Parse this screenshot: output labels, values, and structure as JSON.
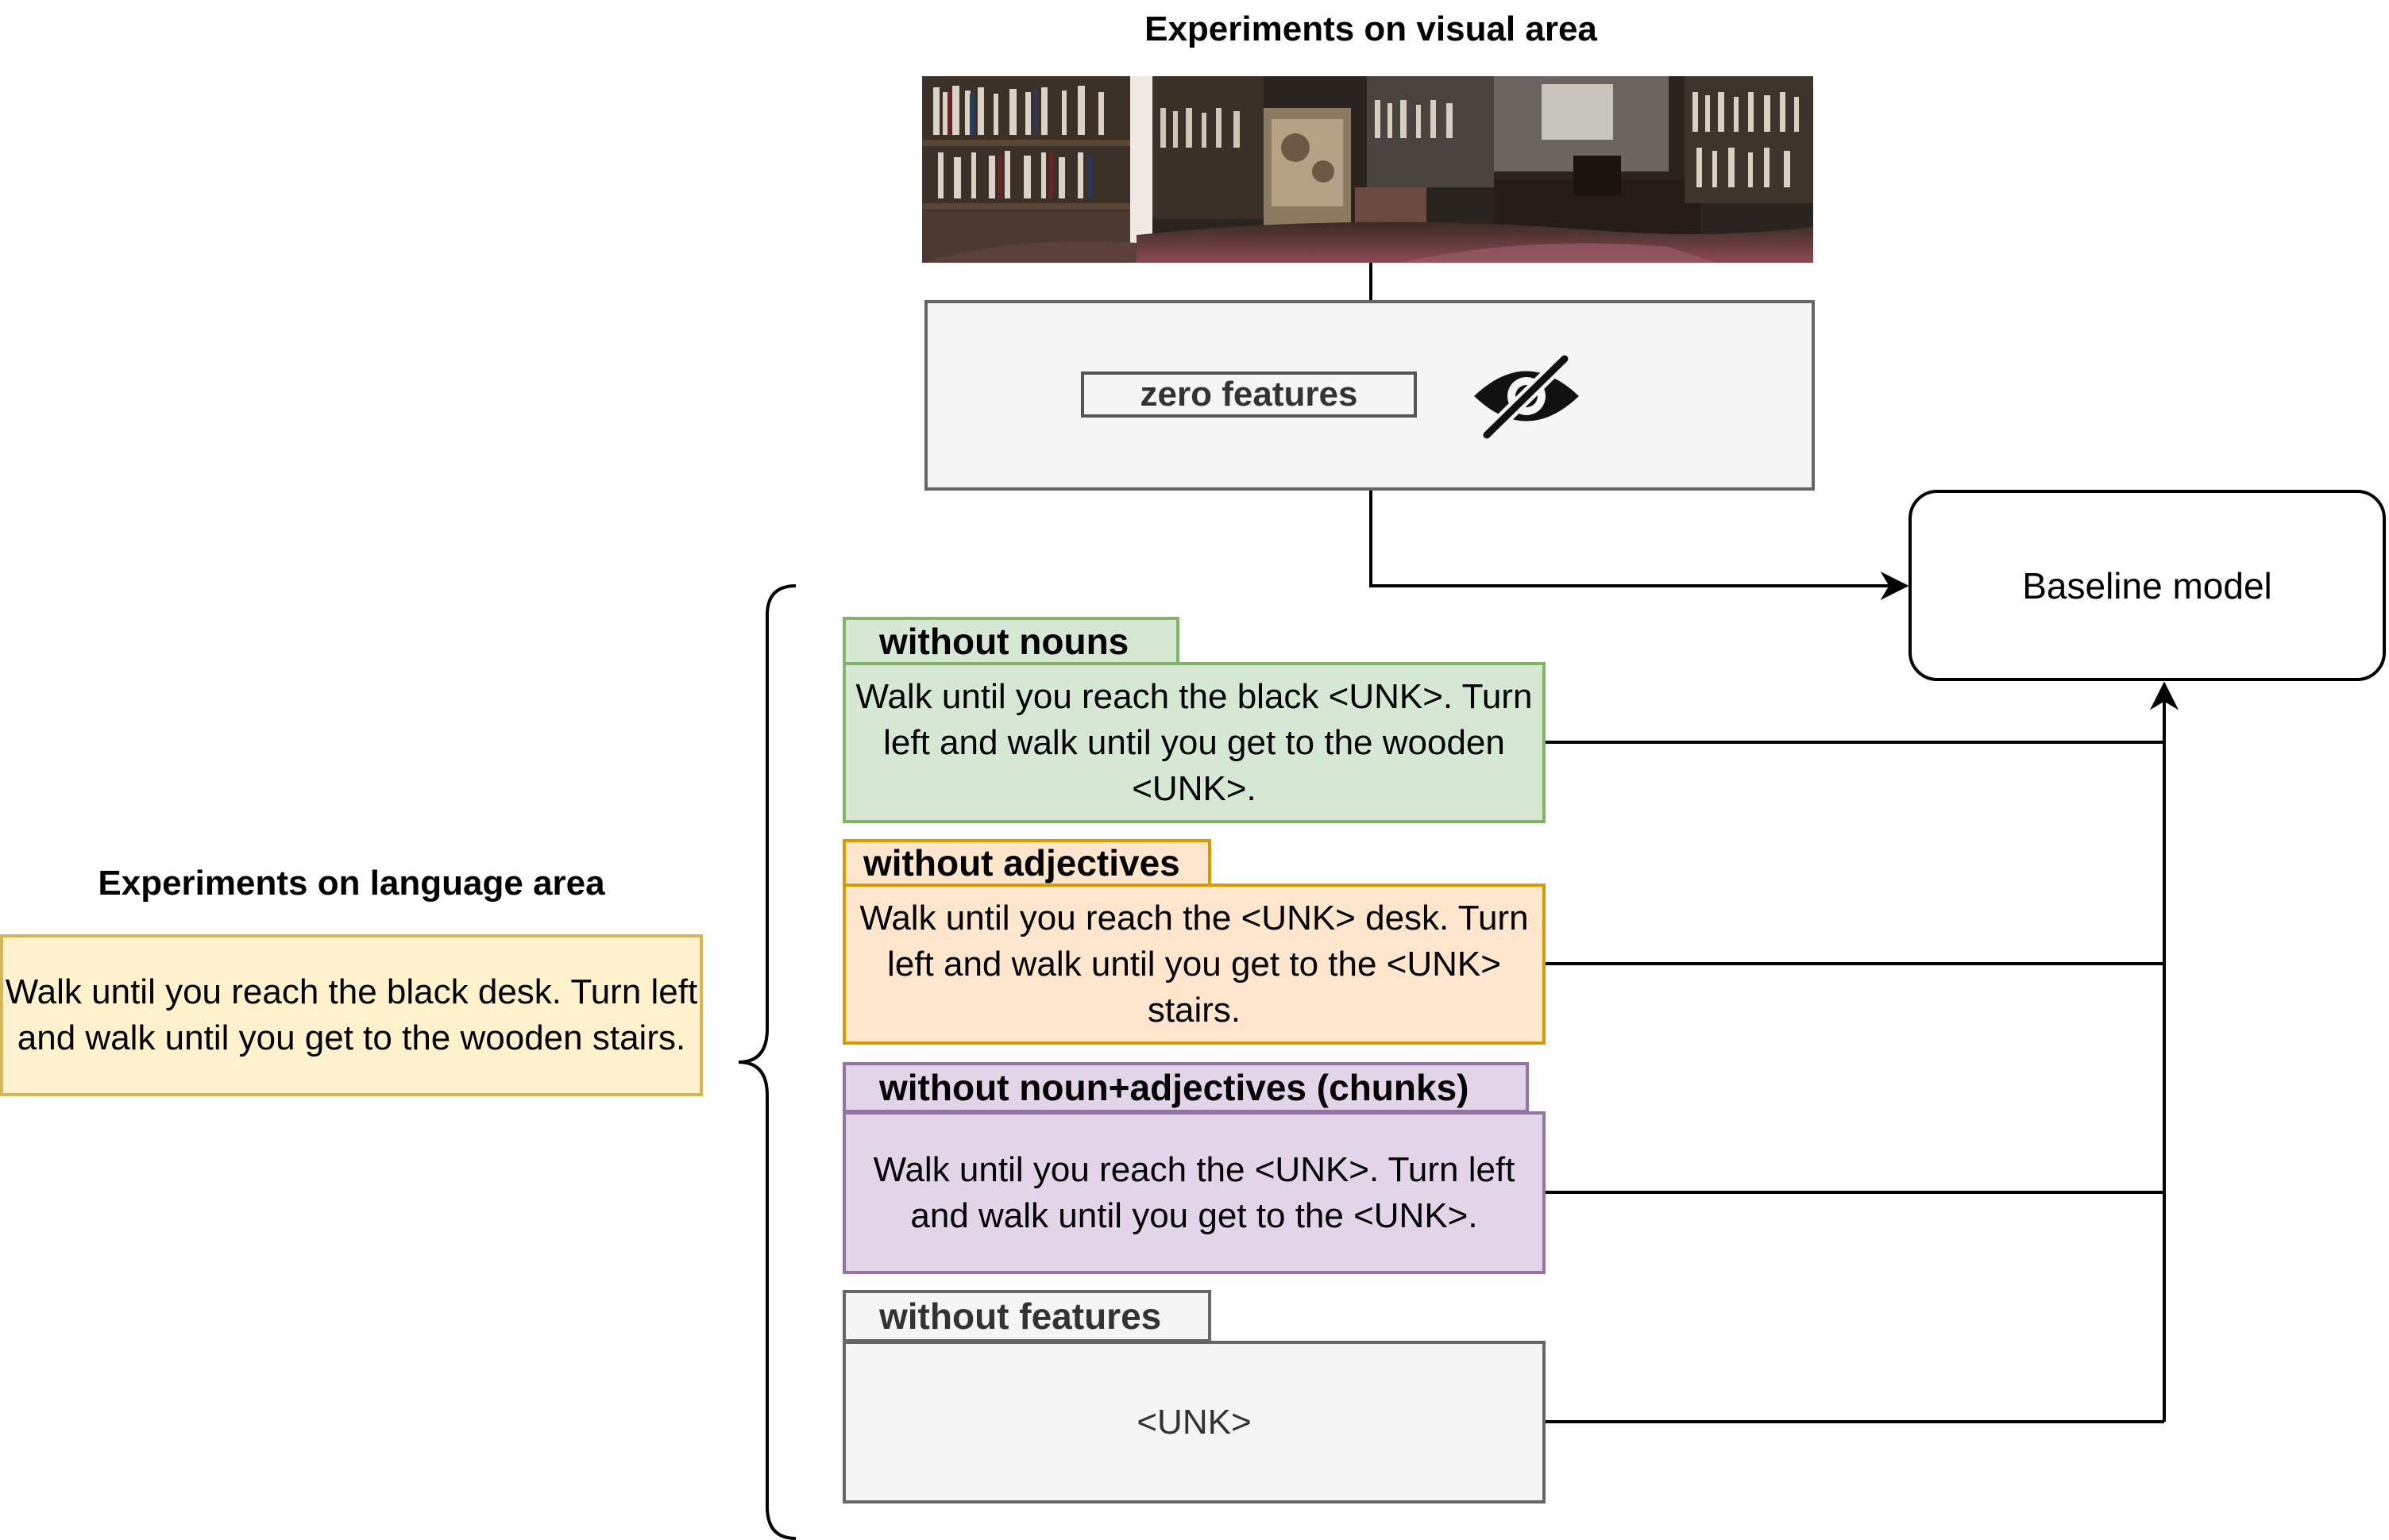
{
  "visual": {
    "title": "Experiments on visual area",
    "zero_label": "zero features",
    "icon": "eye-slash-icon"
  },
  "baseline": {
    "label": "Baseline model"
  },
  "language": {
    "title": "Experiments on language area",
    "original_text": "Walk until you reach the black desk. Turn left and walk until you get to the wooden stairs."
  },
  "variants": [
    {
      "label": "without nouns",
      "text": "Walk until you reach the black <UNK>. Turn left and walk until you get to the wooden <UNK>.",
      "color": "#d5e8d4",
      "border": "#82b366"
    },
    {
      "label": "without adjectives",
      "text": "Walk until you reach the <UNK> desk. Turn left and walk until you get to the <UNK> stairs.",
      "color": "#ffe6cc",
      "border": "#d79b00"
    },
    {
      "label": "without noun+adjectives (chunks)",
      "text": "Walk until you reach the <UNK>. Turn left and walk until you get to the <UNK>.",
      "color": "#e1d5e7",
      "border": "#9673a6"
    },
    {
      "label": "without features",
      "text": "<UNK>",
      "color": "#f5f5f5",
      "border": "#666666"
    }
  ]
}
